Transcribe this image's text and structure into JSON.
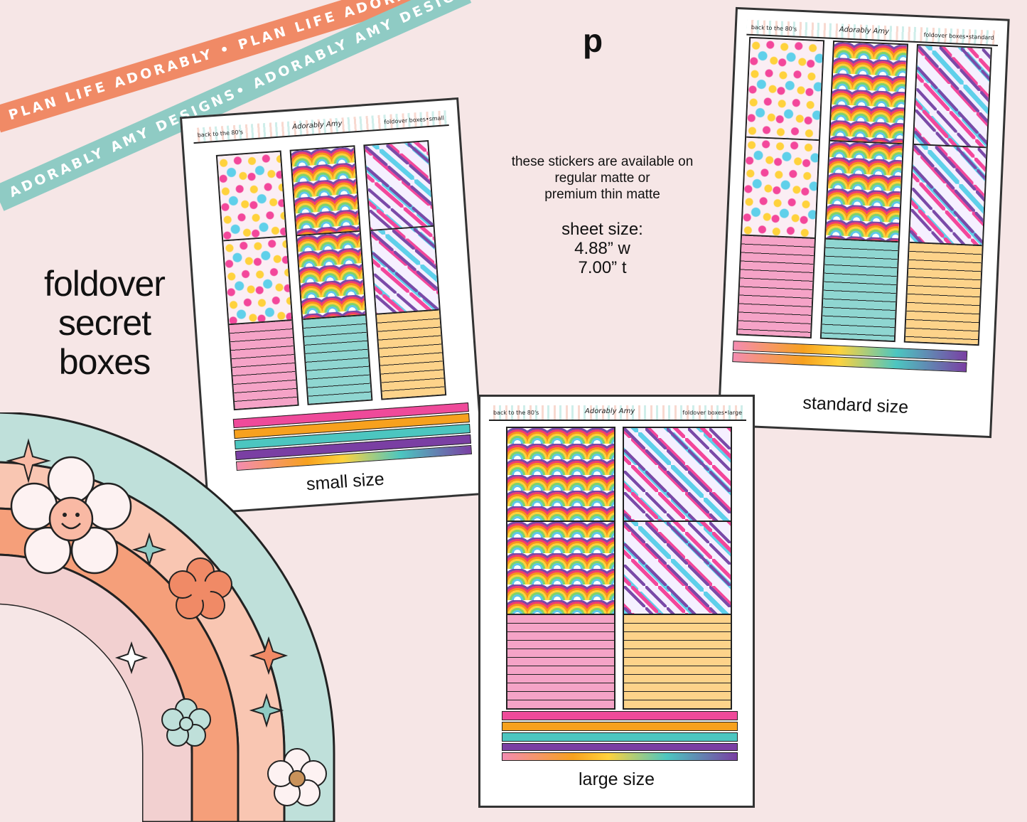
{
  "ribbons": {
    "orange_text": "PLAN LIFE ADORABLY • PLAN LIFE ADORABLY • PLAN LIFE ADORABLY •",
    "teal_text": "ADORABLY AMY DESIGNS• ADORABLY AMY DESIGNS• ADORABLY AMY DESIGNS•"
  },
  "headline": {
    "line1": "foldover",
    "line2": "secret",
    "line3": "boxes"
  },
  "letter": "p",
  "info": {
    "availability_1": "these stickers are available on",
    "availability_2": "regular matte or",
    "availability_3": "premium thin matte",
    "size_label": "sheet size:",
    "width": "4.88” w",
    "height": "7.00” t"
  },
  "sheets": {
    "small": {
      "theme": "back to the 80's",
      "brand": "Adorably Amy",
      "name": "foldover boxes•small",
      "caption": "small size"
    },
    "standard": {
      "theme": "back to the 80's",
      "brand": "Adorably Amy",
      "name": "foldover boxes•standard",
      "caption": "standard size"
    },
    "large": {
      "theme": "back to the 80's",
      "brand": "Adorably Amy",
      "name": "foldover boxes•large",
      "caption": "large size"
    }
  },
  "colors": {
    "background": "#f6e6e6",
    "ribbon_orange": "#f08a66",
    "ribbon_teal": "#8fcbc4",
    "pink": "#f5a3c7",
    "teal": "#8fd6d1",
    "yellow": "#fdd38a"
  },
  "icons": [
    "sparkle-star-icon",
    "smiley-flower-icon",
    "flower-icon",
    "rainbow-arch"
  ]
}
